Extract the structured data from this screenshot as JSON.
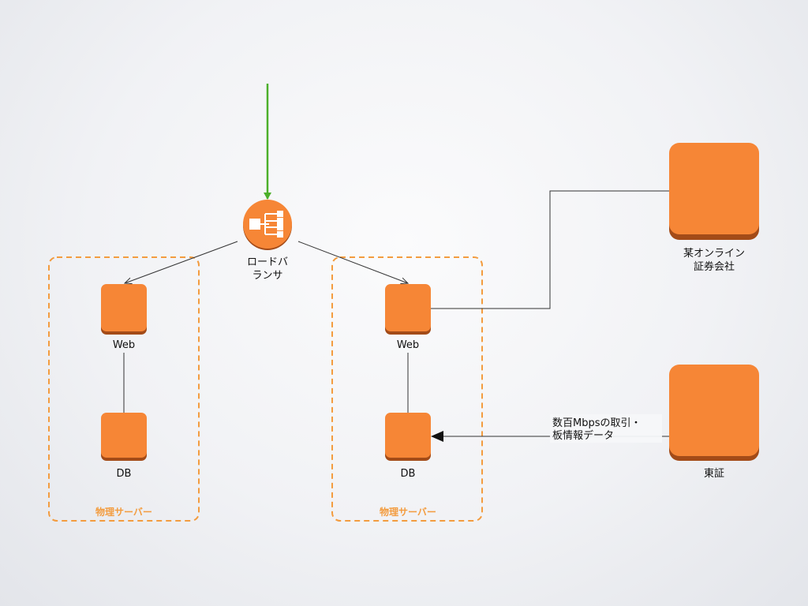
{
  "load_balancer": {
    "label_line1": "ロードバ",
    "label_line2": "ランサ"
  },
  "groups": [
    {
      "label": "物理サーバー"
    },
    {
      "label": "物理サーバー"
    }
  ],
  "left_server": {
    "web_label": "Web",
    "db_label": "DB"
  },
  "right_server": {
    "web_label": "Web",
    "db_label": "DB"
  },
  "online_broker": {
    "label_line1": "某オンライン",
    "label_line2": "証券会社"
  },
  "tse": {
    "label": "東証"
  },
  "feed_edge": {
    "label_line1": "数百Mbpsの取引・",
    "label_line2": "板情報データ"
  },
  "colors": {
    "node": "#f68636",
    "node_shadow": "#a34b18",
    "group_border": "#f39c3f",
    "incoming_arrow": "#4caf2a",
    "edge": "#333333"
  },
  "icons": {
    "load_balancer": "load-balancer-icon"
  }
}
